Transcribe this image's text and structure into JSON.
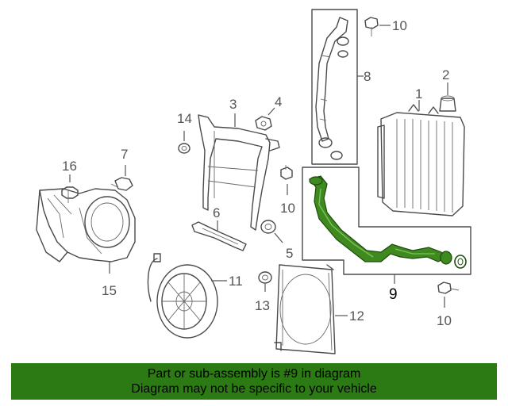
{
  "callouts": {
    "c1": "1",
    "c2": "2",
    "c3": "3",
    "c4": "4",
    "c5": "5",
    "c6": "6",
    "c7": "7",
    "c8": "8",
    "c9": "9",
    "c10a": "10",
    "c10b": "10",
    "c10c": "10",
    "c11": "11",
    "c12": "12",
    "c13": "13",
    "c14": "14",
    "c15": "15",
    "c16": "16"
  },
  "footer": {
    "line1": "Part or sub-assembly is #9 in diagram",
    "line2": "Diagram may not be specific to your vehicle"
  },
  "colors": {
    "highlight_part": "#3e8a1f",
    "footer_bg": "#2b7a13"
  }
}
